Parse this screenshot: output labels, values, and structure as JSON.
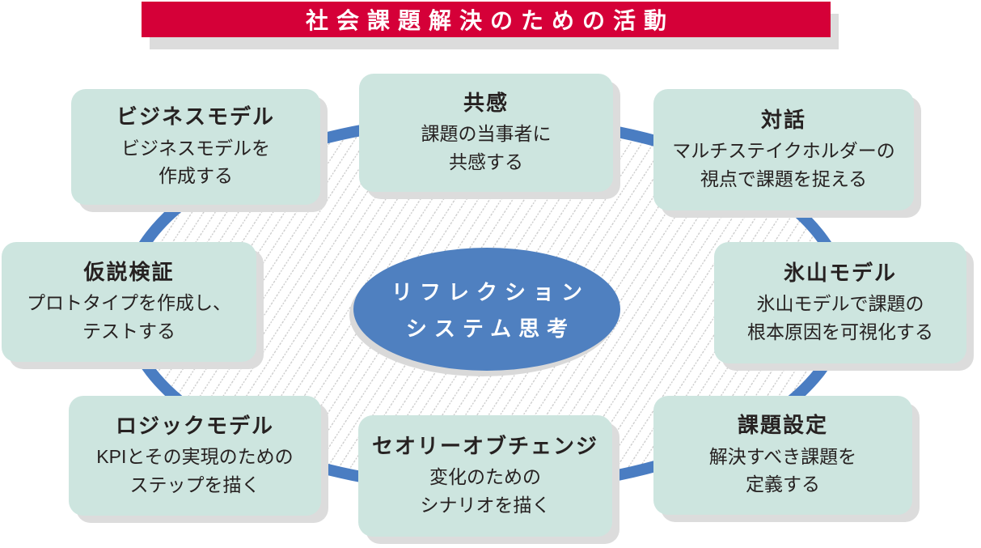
{
  "header": {
    "title": "社会課題解決のための活動"
  },
  "center": {
    "line1": "リフレクション",
    "line2": "システム思考"
  },
  "nodes": {
    "business_model": {
      "title": "ビジネスモデル",
      "body": "ビジネスモデルを\n作成する"
    },
    "empathy": {
      "title": "共感",
      "body": "課題の当事者に\n共感する"
    },
    "dialogue": {
      "title": "対話",
      "body": "マルチステイクホルダーの\n視点で課題を捉える"
    },
    "iceberg_model": {
      "title": "氷山モデル",
      "body": "氷山モデルで課題の\n根本原因を可視化する"
    },
    "problem_setting": {
      "title": "課題設定",
      "body": "解決すべき課題を\n定義する"
    },
    "theory_of_change": {
      "title": "セオリーオブチェンジ",
      "body": "変化のための\nシナリオを描く"
    },
    "logic_model": {
      "title": "ロジックモデル",
      "body": "KPIとその実現のための\nステップを描く"
    },
    "hypothesis_testing": {
      "title": "仮説検証",
      "body": "プロトタイプを作成し、\nテストする"
    }
  },
  "colors": {
    "banner_red": "#d50038",
    "node_mint": "#cde5df",
    "accent_blue": "#4f80c0",
    "ring_blue": "#4a7dc2",
    "shadow_gray": "#dcdcdc",
    "text_dark": "#262121",
    "hatch_gray": "#c6c6c6"
  }
}
